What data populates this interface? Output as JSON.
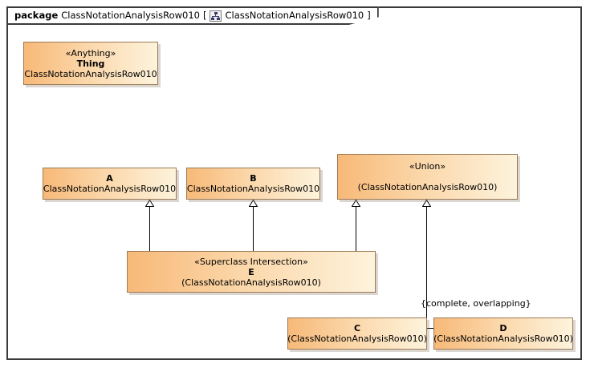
{
  "package": {
    "keyword": "package",
    "name": "ClassNotationAnalysisRow010",
    "bracket_open": "[",
    "bracket_close": "]",
    "diagram_icon": "class-diagram-icon",
    "diagram_name": "ClassNotationAnalysisRow010"
  },
  "colors": {
    "frame_border": "#3a3a3a",
    "class_border": "#9c7a56",
    "class_fill_left": "#f7b978",
    "class_fill_right": "#fdf3dc",
    "connector": "#000000",
    "background": "#ffffff"
  },
  "classes": [
    {
      "id": "thing",
      "stereotype": "«Anything»",
      "name": "Thing",
      "qualifier": "(ClassNotationAnalysisRow010)"
    },
    {
      "id": "a",
      "stereotype": "",
      "name": "A",
      "qualifier": "(ClassNotationAnalysisRow010)"
    },
    {
      "id": "b",
      "stereotype": "",
      "name": "B",
      "qualifier": "(ClassNotationAnalysisRow010)"
    },
    {
      "id": "union",
      "stereotype": "«Union»",
      "name": "",
      "qualifier": "(ClassNotationAnalysisRow010)"
    },
    {
      "id": "e",
      "stereotype": "«Superclass Intersection»",
      "name": "E",
      "qualifier": "(ClassNotationAnalysisRow010)"
    },
    {
      "id": "c",
      "stereotype": "",
      "name": "C",
      "qualifier": "(ClassNotationAnalysisRow010)"
    },
    {
      "id": "d",
      "stereotype": "",
      "name": "D",
      "qualifier": "(ClassNotationAnalysisRow010)"
    }
  ],
  "constraints": [
    {
      "id": "cd-generalization-set",
      "text": "{complete, overlapping}"
    }
  ],
  "generalizations": [
    {
      "from": "E",
      "to": "A"
    },
    {
      "from": "E",
      "to": "B"
    },
    {
      "from": "E",
      "to": "Union"
    },
    {
      "from": "C",
      "to": "Union"
    },
    {
      "from": "D",
      "to": "Union"
    }
  ]
}
